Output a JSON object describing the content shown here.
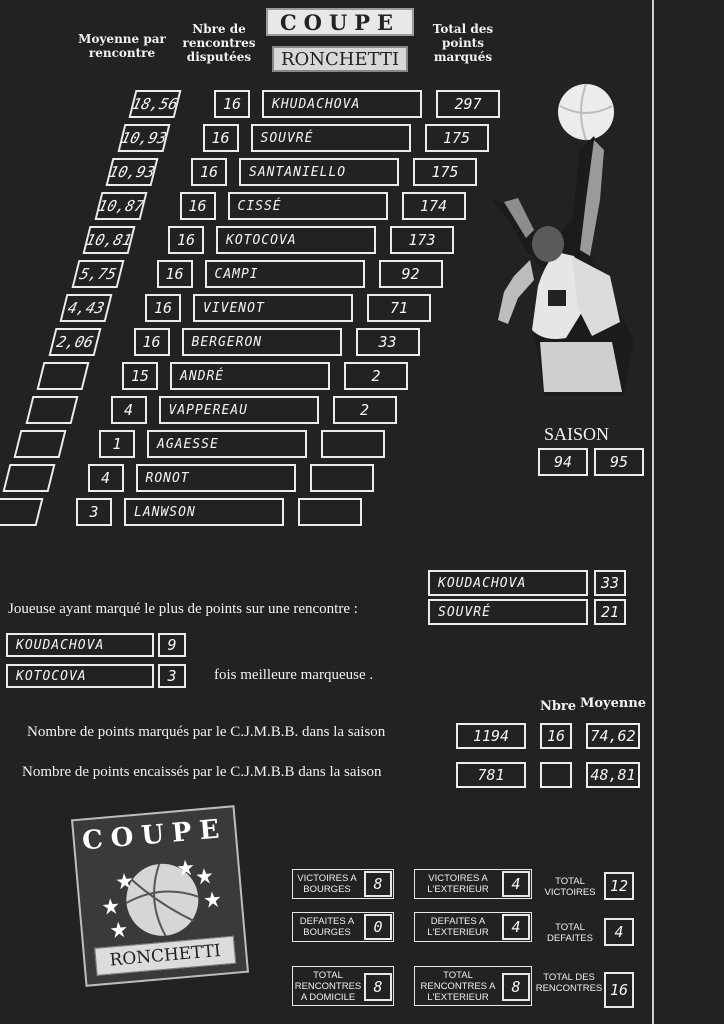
{
  "header": {
    "col_moyenne": "Moyenne par rencontre",
    "col_nbre": "Nbre de rencontres disputées",
    "col_total": "Total des points marqués",
    "logo_top": "COUPE",
    "logo_bottom": "RONCHETTI"
  },
  "players": [
    {
      "moyenne": "18,56",
      "nbre": "16",
      "name": "KHUDACHOVA",
      "total": "297"
    },
    {
      "moyenne": "10,93",
      "nbre": "16",
      "name": "SOUVRÉ",
      "total": "175"
    },
    {
      "moyenne": "10,93",
      "nbre": "16",
      "name": "SANTANIELLO",
      "total": "175"
    },
    {
      "moyenne": "10,87",
      "nbre": "16",
      "name": "CISSÉ",
      "total": "174"
    },
    {
      "moyenne": "10,81",
      "nbre": "16",
      "name": "KOTOCOVA",
      "total": "173"
    },
    {
      "moyenne": "5,75",
      "nbre": "16",
      "name": "CAMPI",
      "total": "92"
    },
    {
      "moyenne": "4,43",
      "nbre": "16",
      "name": "VIVENOT",
      "total": "71"
    },
    {
      "moyenne": "2,06",
      "nbre": "16",
      "name": "BERGERON",
      "total": "33"
    },
    {
      "moyenne": "",
      "nbre": "15",
      "name": "ANDRÉ",
      "total": "2"
    },
    {
      "moyenne": "",
      "nbre": "4",
      "name": "VAPPEREAU",
      "total": "2"
    },
    {
      "moyenne": "",
      "nbre": "1",
      "name": "AGAESSE",
      "total": ""
    },
    {
      "moyenne": "",
      "nbre": "4",
      "name": "RONOT",
      "total": ""
    },
    {
      "moyenne": "",
      "nbre": "3",
      "name": "LANWSON",
      "total": ""
    }
  ],
  "saison": {
    "label": "SAISON",
    "from": "94",
    "to": "95"
  },
  "best_match": {
    "label": "Joueuse ayant marqué le plus de points sur une rencontre :",
    "entries": [
      {
        "name": "KOUDACHOVA",
        "points": "33"
      },
      {
        "name": "SOUVRÉ",
        "points": "21"
      }
    ]
  },
  "top_scorer": {
    "entries": [
      {
        "name": "KOUDACHOVA",
        "count": "9"
      },
      {
        "name": "KOTOCOVA",
        "count": "3"
      }
    ],
    "suffix": "fois  meilleure marqueuse ."
  },
  "team_stats": {
    "col_nbre": "Nbre",
    "col_moyenne": "Moyenne",
    "rows": [
      {
        "label": "Nombre de points marqués par le C.J.M.B.B. dans la saison",
        "total": "1194",
        "nbre": "16",
        "moyenne": "74,62"
      },
      {
        "label": "Nombre  de points encaissés par le C.J.M.B.B dans la saison",
        "total": "781",
        "nbre": "",
        "moyenne": "48,81"
      }
    ]
  },
  "record": {
    "victoires_bourges": {
      "label": "VICTOIRES A BOURGES",
      "value": "8"
    },
    "victoires_ext": {
      "label": "VICTOIRES A L'EXTERIEUR",
      "value": "4"
    },
    "total_victoires": {
      "label": "TOTAL VICTOIRES",
      "value": "12"
    },
    "defaites_bourges": {
      "label": "DEFAITES A BOURGES",
      "value": "0"
    },
    "defaites_ext": {
      "label": "DEFAITES A L'EXTERIEUR",
      "value": "4"
    },
    "total_defaites": {
      "label": "TOTAL DEFAITES",
      "value": "4"
    },
    "rencontres_domicile": {
      "label": "TOTAL RENCONTRES A DOMICILE",
      "value": "8"
    },
    "rencontres_ext": {
      "label": "TOTAL RENCONTRES A L'EXTERIEUR",
      "value": "8"
    },
    "total_rencontres": {
      "label": "TOTAL DES RENCONTRES",
      "value": "16"
    }
  },
  "bottom_logo": {
    "top": "COUPE",
    "bottom": "RONCHETTI"
  }
}
